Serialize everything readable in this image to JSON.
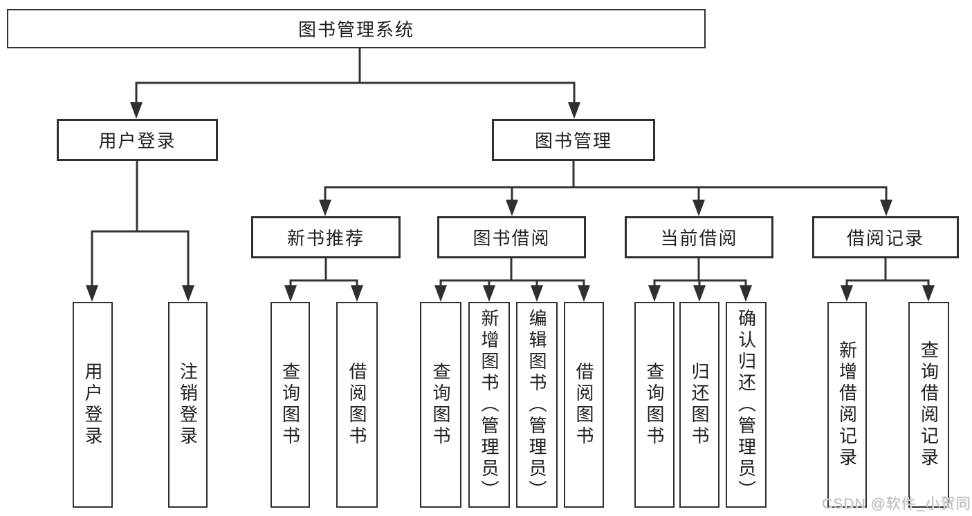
{
  "root": {
    "label": "图书管理系统"
  },
  "branches": [
    {
      "label": "用户登录",
      "leaves": [
        "用户登录",
        "注销登录"
      ]
    },
    {
      "label": "图书管理",
      "groups": [
        {
          "label": "新书推荐",
          "leaves": [
            "查询图书",
            "借阅图书"
          ]
        },
        {
          "label": "图书借阅",
          "leaves": [
            "查询图书",
            "新增图书（管理员）",
            "编辑图书（管理员）",
            "借阅图书"
          ]
        },
        {
          "label": "当前借阅",
          "leaves": [
            "查询图书",
            "归还图书",
            "确认归还（管理员）"
          ]
        },
        {
          "label": "借阅记录",
          "leaves": [
            "新增借阅记录",
            "查询借阅记录"
          ]
        }
      ]
    }
  ],
  "watermark": "CSDN @软件_小贺同学",
  "colors": {
    "line": "#333333",
    "box_border": "#2f2f2f",
    "text": "#1f1f1f",
    "watermark": "#bdbdbd",
    "background": "#ffffff"
  }
}
